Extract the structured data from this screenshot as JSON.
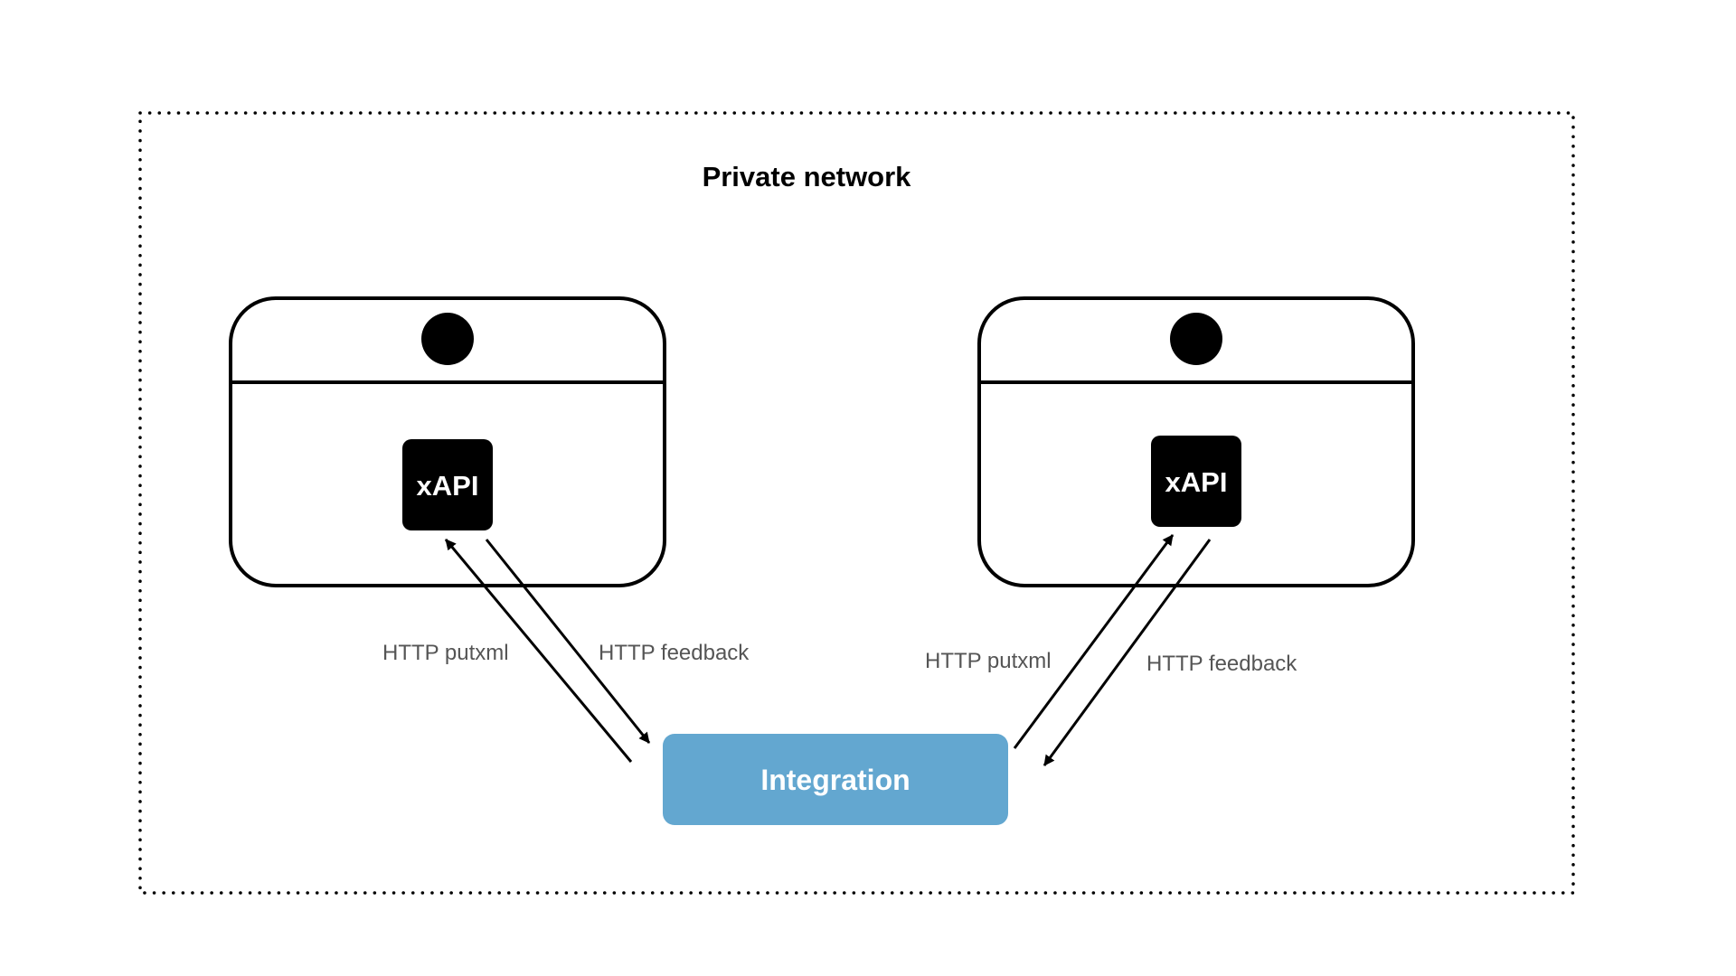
{
  "zone": {
    "title": "Private network",
    "border_style": "dotted"
  },
  "devices": [
    {
      "name": "device-left",
      "chip_label": "xAPI",
      "camera_icon": "camera-dot-icon"
    },
    {
      "name": "device-right",
      "chip_label": "xAPI",
      "camera_icon": "camera-dot-icon"
    }
  ],
  "integration": {
    "label": "Integration",
    "color": "#63a7d0"
  },
  "connections": [
    {
      "label": "HTTP putxml",
      "from": "Integration",
      "to": "xAPI (left)"
    },
    {
      "label": "HTTP feedback",
      "from": "xAPI (left)",
      "to": "Integration"
    },
    {
      "label": "HTTP putxml",
      "from": "Integration",
      "to": "xAPI (right)"
    },
    {
      "label": "HTTP feedback",
      "from": "xAPI (right)",
      "to": "Integration"
    }
  ],
  "colors": {
    "chip": "#000000",
    "outline": "#000000",
    "label_text": "#555555"
  }
}
